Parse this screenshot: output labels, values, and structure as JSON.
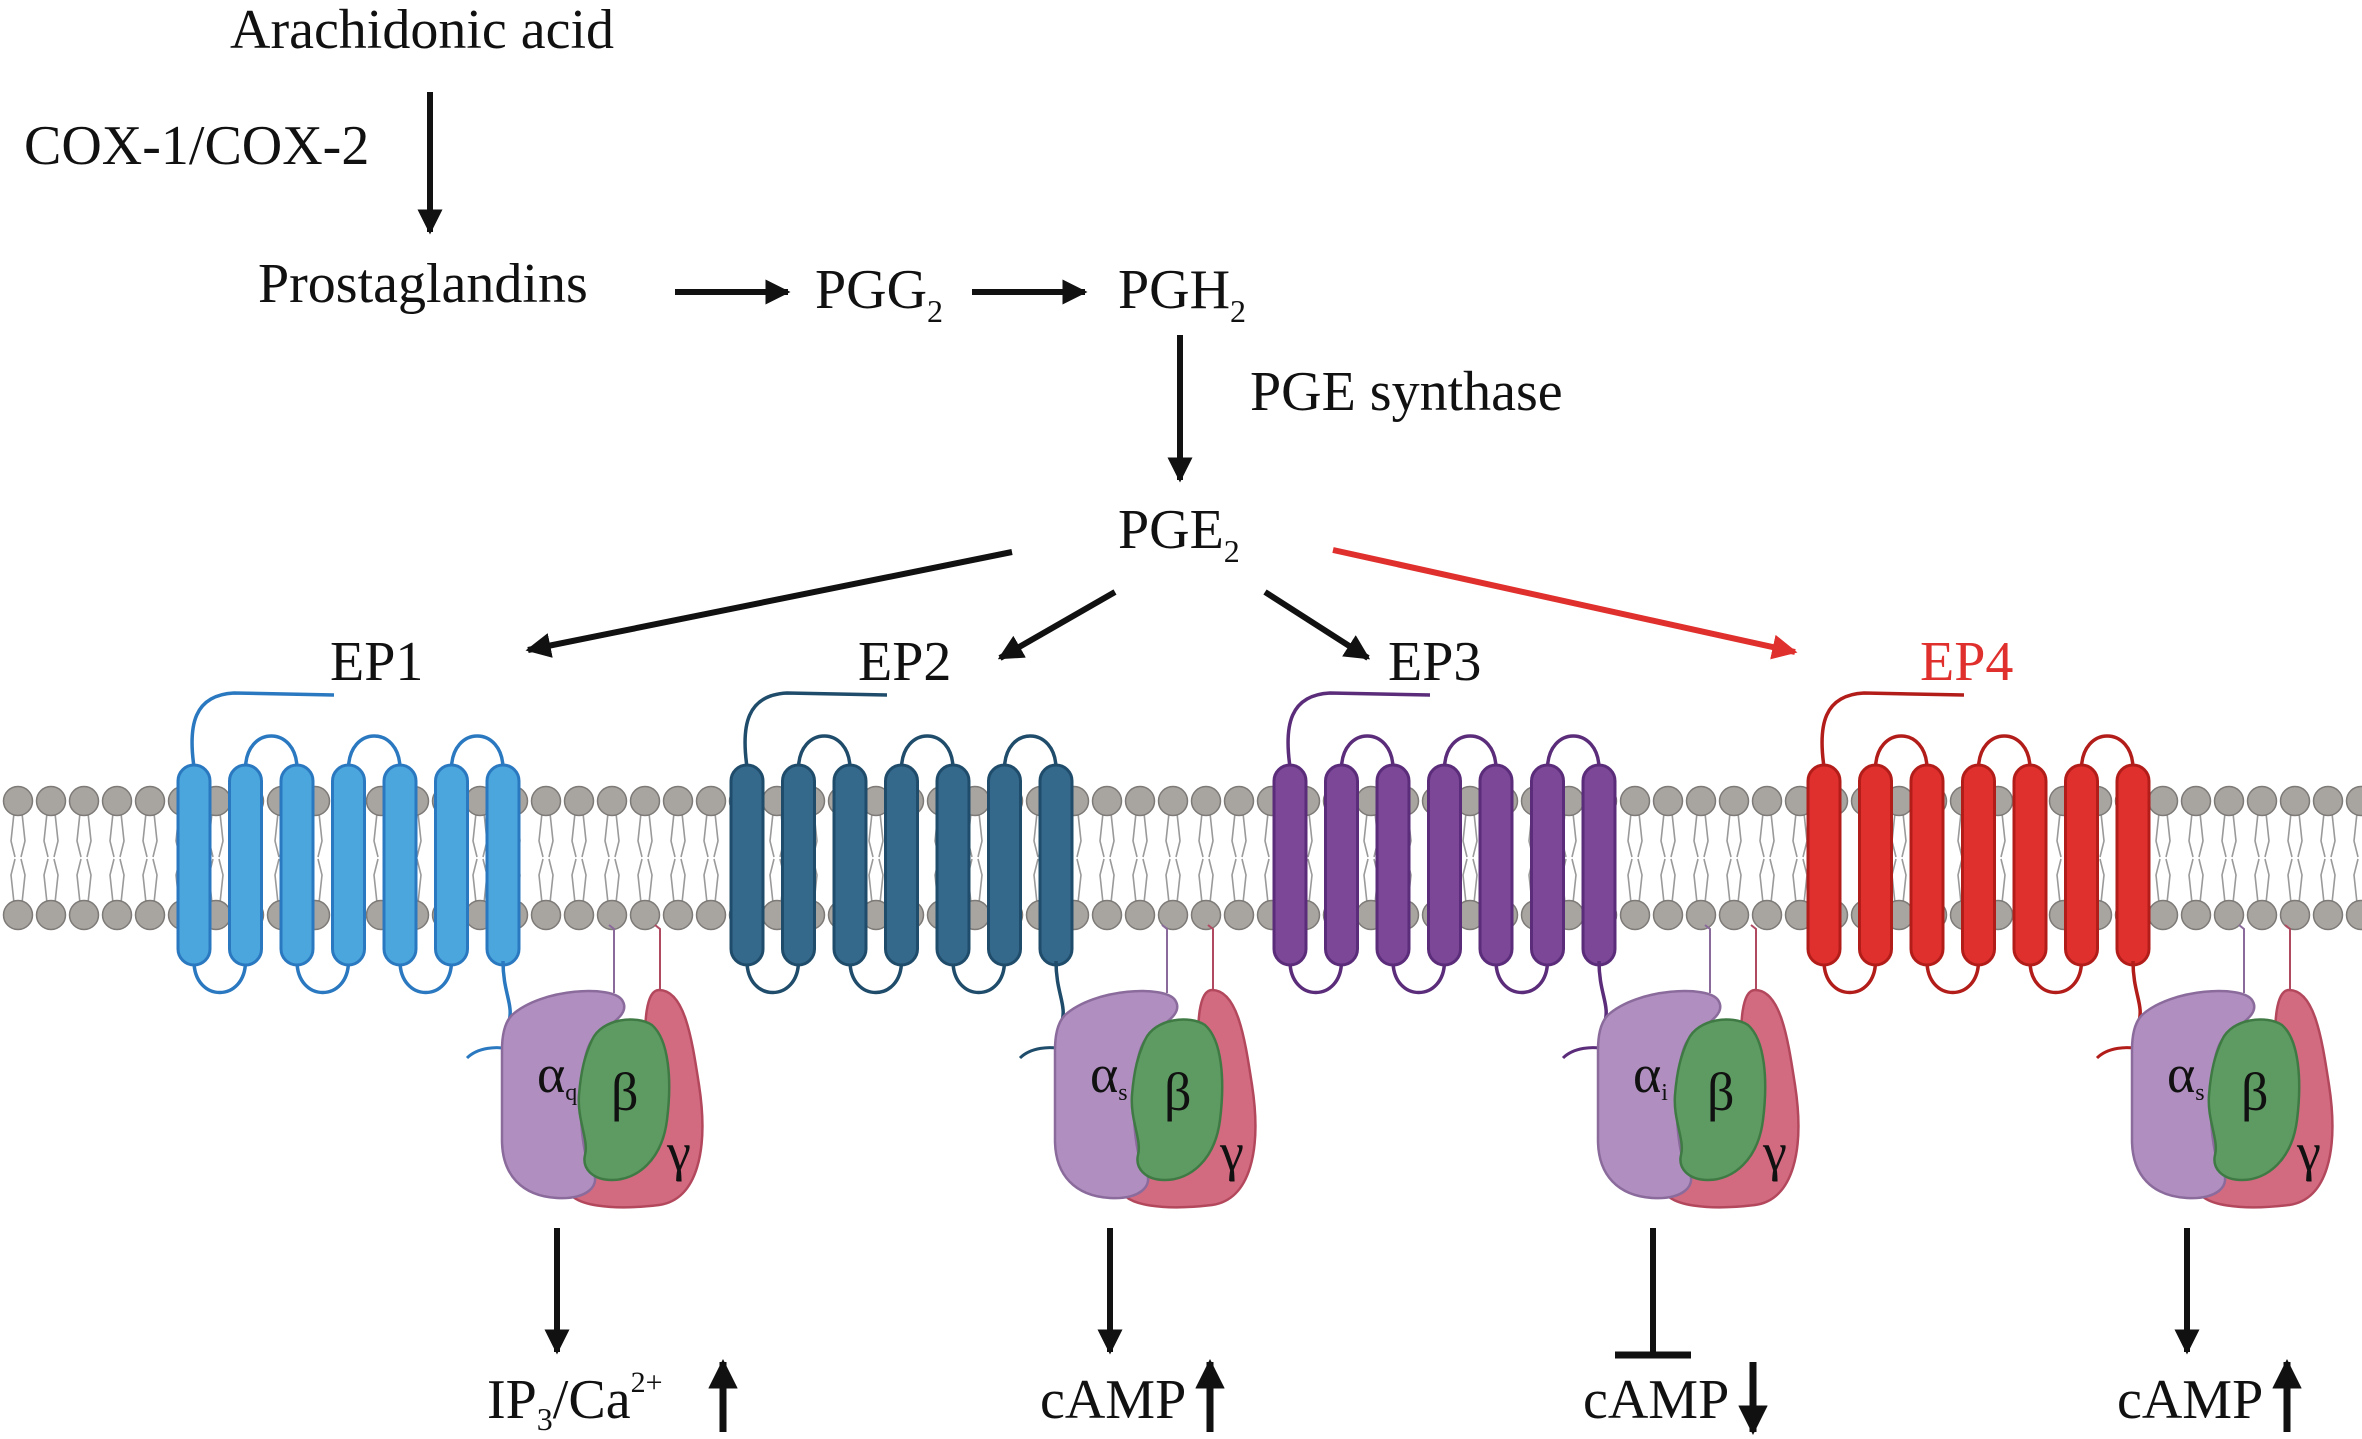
{
  "pathway": {
    "arachidonic_acid": "Arachidonic acid",
    "cox": "COX-1/COX-2",
    "prostaglandins": "Prostaglandins",
    "pgg": "PGG",
    "pgg_sub": "2",
    "pgh": "PGH",
    "pgh_sub": "2",
    "pge_synthase": "PGE synthase",
    "pge": "PGE",
    "pge_sub": "2"
  },
  "colors": {
    "membrane_head": "#a8a4a0",
    "membrane_tail": "#9a9a9a",
    "alpha": "#b08fc0",
    "beta": "#5e9b62",
    "gamma": "#d26a80",
    "highlight": "#e0302d",
    "arrow": "#111111"
  },
  "receptors": [
    {
      "name": "EP1",
      "color": "#4aa6dc",
      "stroke": "#2a78c0",
      "label_color": "#111111",
      "alpha_label": "α",
      "alpha_sub": "q",
      "beta_label": "β",
      "gamma_label": "γ",
      "effect_main": "IP",
      "effect_sub": "3",
      "effect_tail": "/Ca",
      "effect_sup": "2+",
      "effect_arrow": "up",
      "signal": "activate"
    },
    {
      "name": "EP2",
      "color": "#34698c",
      "stroke": "#1f4c6a",
      "label_color": "#111111",
      "alpha_label": "α",
      "alpha_sub": "s",
      "beta_label": "β",
      "gamma_label": "γ",
      "effect_main": "cAMP",
      "effect_sub": "",
      "effect_tail": "",
      "effect_sup": "",
      "effect_arrow": "up",
      "signal": "activate"
    },
    {
      "name": "EP3",
      "color": "#7b4796",
      "stroke": "#5a2c7a",
      "label_color": "#111111",
      "alpha_label": "α",
      "alpha_sub": "i",
      "beta_label": "β",
      "gamma_label": "γ",
      "effect_main": "cAMP",
      "effect_sub": "",
      "effect_tail": "",
      "effect_sup": "",
      "effect_arrow": "down",
      "signal": "inhibit"
    },
    {
      "name": "EP4",
      "color": "#e0302d",
      "stroke": "#b21d1a",
      "label_color": "#e0302d",
      "alpha_label": "α",
      "alpha_sub": "s",
      "beta_label": "β",
      "gamma_label": "γ",
      "effect_main": "cAMP",
      "effect_sub": "",
      "effect_tail": "",
      "effect_sup": "",
      "effect_arrow": "up",
      "signal": "activate"
    }
  ]
}
